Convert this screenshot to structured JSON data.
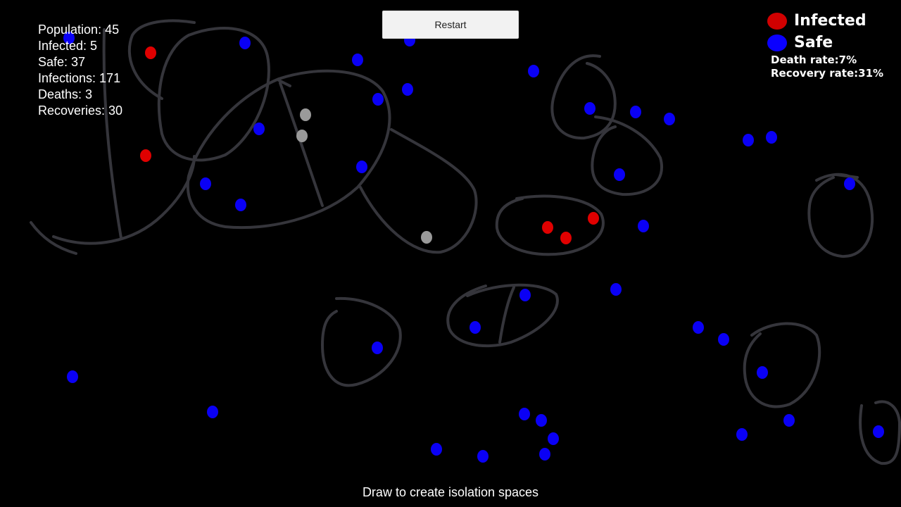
{
  "stats": {
    "population": "Population: 45",
    "infected": "Infected: 5",
    "safe": "Safe: 37",
    "infections": "Infections: 171",
    "deaths": "Deaths: 3",
    "recoveries": "Recoveries: 30"
  },
  "restart_label": "Restart",
  "legend": {
    "infected_label": "Infected",
    "infected_color": "#d10000",
    "safe_label": "Safe",
    "safe_color": "#0a00ff",
    "death_rate": "Death rate:7%",
    "recovery_rate": "Recovery rate:31%"
  },
  "hint": "Draw to create isolation spaces",
  "colors": {
    "infected": "#e00000",
    "safe": "#0a00f5",
    "recovered": "#9a9a9a",
    "barrier": "#35353b",
    "background": "#000000"
  },
  "simulation": {
    "population": 45,
    "infected": 5,
    "safe": 37,
    "removed": 3
  }
}
